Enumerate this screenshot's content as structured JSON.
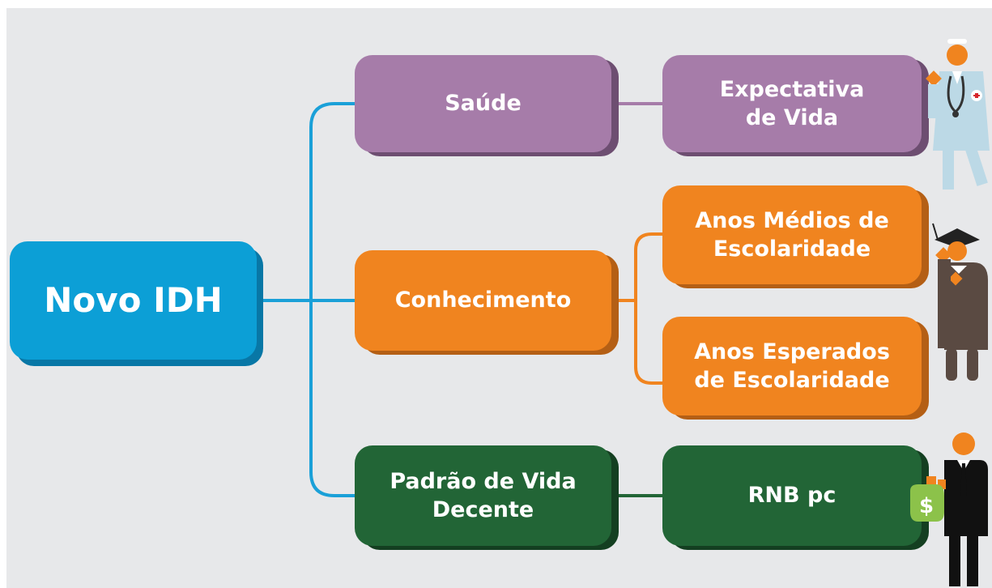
{
  "diagram": {
    "root": {
      "label": "Novo IDH"
    },
    "dimensions": [
      {
        "label": "Saúde",
        "indicators": [
          "Expectativa de Vida"
        ]
      },
      {
        "label": "Conhecimento",
        "indicators": [
          "Anos Médios de Escolaridade",
          "Anos Esperados de Escolaridade"
        ]
      },
      {
        "label": "Padrão de Vida Decente",
        "indicators": [
          "RNB pc"
        ]
      }
    ]
  },
  "labels": {
    "root": "Novo IDH",
    "saude": "Saúde",
    "conhecimento": "Conhecimento",
    "padrao_line1": "Padrão de Vida",
    "padrao_line2": "Decente",
    "expectativa_line1": "Expectativa",
    "expectativa_line2": "de Vida",
    "medios_line1": "Anos Médios de",
    "medios_line2": "Escolaridade",
    "esperados_line1": "Anos Esperados",
    "esperados_line2": "de Escolaridade",
    "rnb": "RNB pc",
    "money_symbol": "$"
  },
  "colors": {
    "background": "#e7e8ea",
    "root": "#0c9fd6",
    "connector_blue": "#1aa0d8",
    "saude": "#a67ca9",
    "conhecimento": "#f0841f",
    "padrao": "#226536"
  },
  "icons": [
    "doctor-icon",
    "graduate-icon",
    "businessman-icon"
  ]
}
